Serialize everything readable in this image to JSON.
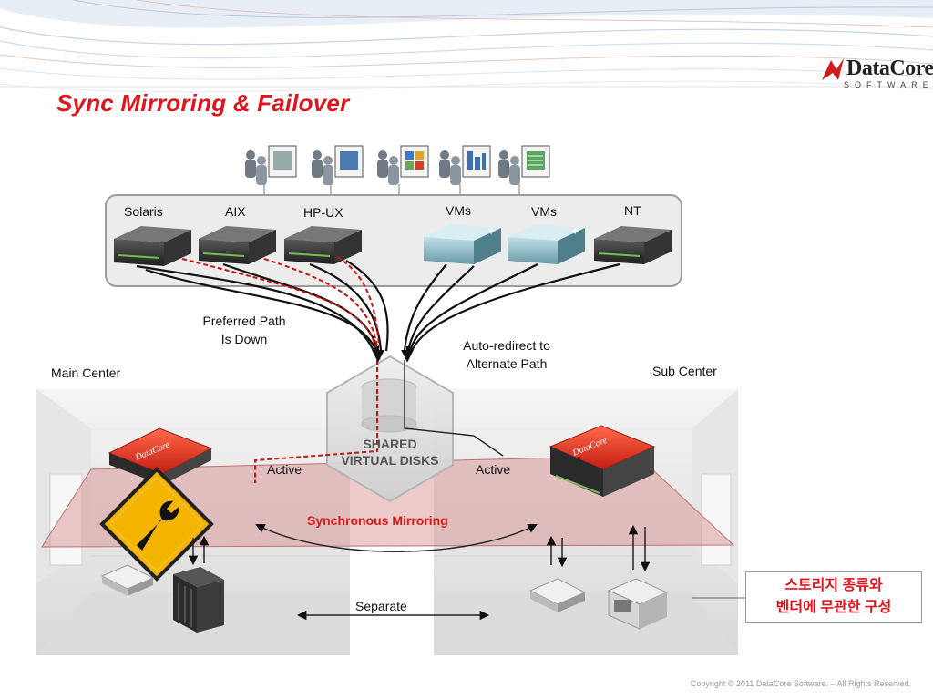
{
  "title": "Sync Mirroring & Failover",
  "logo": {
    "name": "DataCore",
    "tm": "™",
    "tagline": "SOFTWARE"
  },
  "servers": [
    {
      "label": "Solaris"
    },
    {
      "label": "AIX"
    },
    {
      "label": "HP-UX"
    },
    {
      "label": "VMs"
    },
    {
      "label": "VMs"
    },
    {
      "label": "NT"
    }
  ],
  "annotations": {
    "preferred_path_line1": "Preferred Path",
    "preferred_path_line2": "Is Down",
    "auto_redirect_line1": "Auto-redirect to",
    "auto_redirect_line2": "Alternate Path",
    "main_center": "Main Center",
    "sub_center": "Sub Center",
    "active_left": "Active",
    "active_right": "Active",
    "shared_disks_line1": "SHARED",
    "shared_disks_line2": "VIRTUAL DISKS",
    "sync_mirroring": "Synchronous Mirroring",
    "separate": "Separate",
    "device_brand_left": "DataCore",
    "device_brand_right": "DataCore"
  },
  "callout": {
    "line1": "스토리지 종류와",
    "line2": "벤더에 무관한 구성"
  },
  "copyright": "Copyright © 2011 DataCore Software. – All Rights Reserved.",
  "colors": {
    "title": "#e0141c",
    "failed_path": "#cc1111",
    "sync_label": "#d51a1a",
    "mirror_plane": "#d88a8a"
  }
}
